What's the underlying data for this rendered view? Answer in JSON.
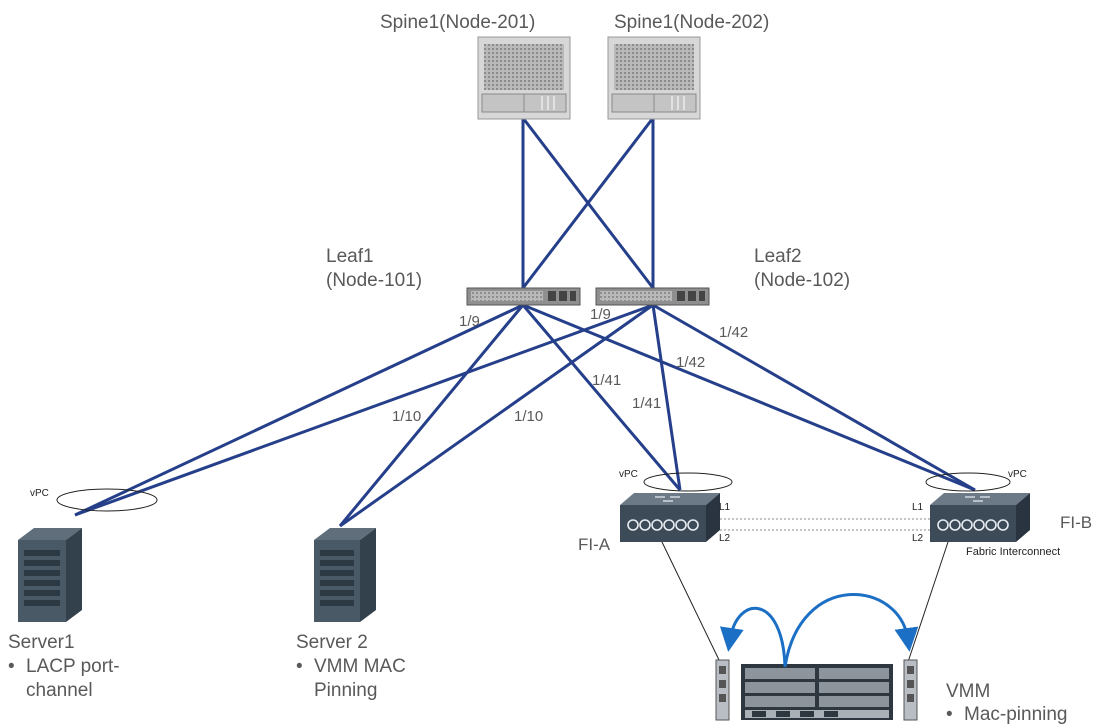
{
  "nodes": {
    "spine1": "Spine1(Node-201)",
    "spine2": "Spine1(Node-202)",
    "leaf1_name": "Leaf1",
    "leaf1_id": "(Node-101)",
    "leaf2_name": "Leaf2",
    "leaf2_id": "(Node-102)",
    "fi_a": "FI-A",
    "fi_b": "FI-B",
    "fabric_interconnect": "Fabric Interconnect"
  },
  "ports": {
    "leaf1_server1": "1/9",
    "leaf2_server1": "1/9",
    "leaf1_server2": "1/10",
    "leaf2_server2": "1/10",
    "leaf1_fia": "1/41",
    "leaf2_fia": "1/41",
    "leaf1_fib": "1/42",
    "leaf2_fib": "1/42"
  },
  "vpc": {
    "server1": "vPC",
    "fi_a": "vPC",
    "fi_b": "vPC"
  },
  "links": {
    "fia_l1": "L1",
    "fia_l2": "L2",
    "fib_l1": "L1",
    "fib_l2": "L2"
  },
  "servers": {
    "server1_name": "Server1",
    "server1_bullet_1": "LACP port-",
    "server1_bullet_2": "channel",
    "server2_name": "Server 2",
    "server2_bullet_1": "VMM MAC",
    "server2_bullet_2": "Pinning"
  },
  "vmm": {
    "name": "VMM",
    "bullet": "Mac-pinning"
  },
  "bullet_char": "•",
  "colors": {
    "link": "#253f8a",
    "arrow": "#1b6fc4",
    "text": "#595959"
  }
}
